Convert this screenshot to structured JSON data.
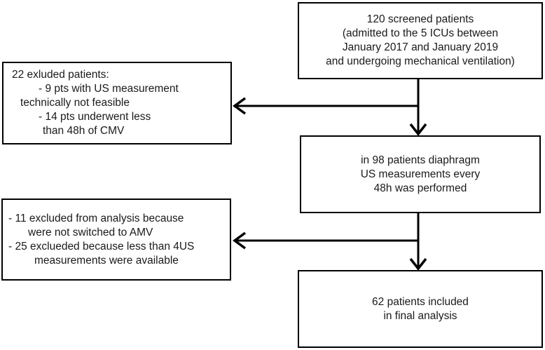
{
  "diagram": {
    "type": "flowchart",
    "colors": {
      "line": "#000000",
      "text": "#1a1a1a",
      "background": "#ffffff"
    },
    "boxes": {
      "screened": {
        "lines": [
          "120 screened patients",
          "(admitted to the 5 ICUs between",
          "January 2017 and January 2019",
          "and undergoing mechanical ventilation)"
        ]
      },
      "excluded_first": {
        "lines": [
          "22 exluded patients:",
          "- 9 pts with US measurement",
          "technically not feasible",
          "- 14 pts underwent less",
          "than 48h of CMV"
        ]
      },
      "measured": {
        "lines": [
          "in 98 patients diaphragm",
          "US measurements every",
          "48h was performed"
        ]
      },
      "excluded_second": {
        "lines": [
          "- 11 excluded from analysis because",
          "were not switched to AMV",
          "- 25 exclueded because less than 4US",
          "measurements were available"
        ]
      },
      "final_analysis": {
        "lines": [
          "62 patients included",
          "in final analysis"
        ]
      }
    }
  }
}
